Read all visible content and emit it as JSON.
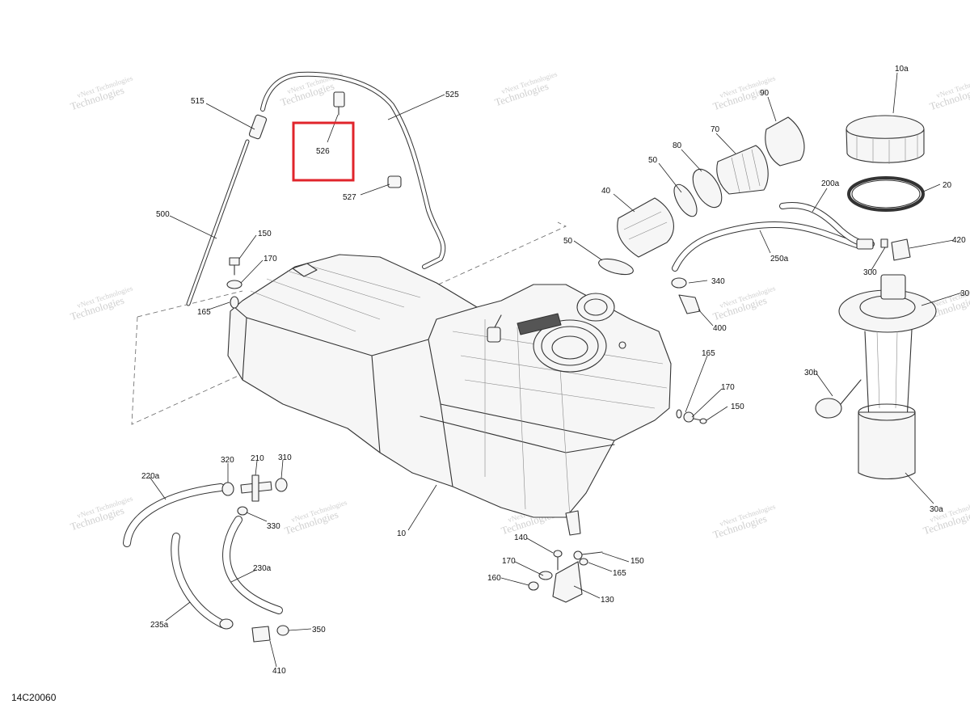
{
  "diagram": {
    "drawing_code": "14C20060",
    "highlight_color": "#e0242b",
    "highlighted_part": "526",
    "watermark": [
      "vNext Technologies",
      "Technologies"
    ],
    "part_labels": [
      "10a",
      "90",
      "70",
      "80",
      "50",
      "40",
      "20",
      "200a",
      "420",
      "300",
      "250a",
      "30",
      "340",
      "400",
      "30b",
      "30a",
      "515",
      "525",
      "526",
      "527",
      "500",
      "150",
      "170",
      "165",
      "10",
      "165",
      "170",
      "150",
      "220a",
      "320",
      "210",
      "310",
      "330",
      "230a",
      "235a",
      "350",
      "410",
      "140",
      "170",
      "160",
      "150",
      "165",
      "130"
    ]
  }
}
